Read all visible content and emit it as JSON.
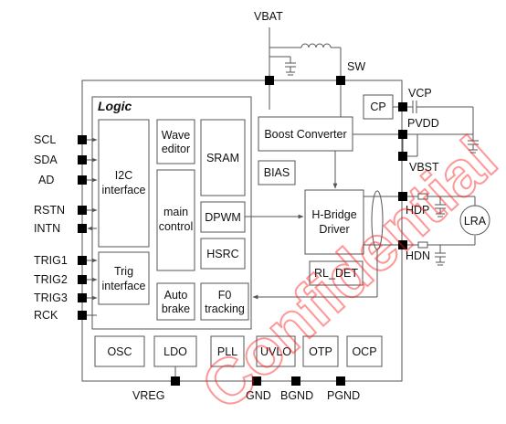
{
  "watermark": "Confidential",
  "colors": {
    "line": "#555555",
    "text": "#111111",
    "watermark": "#ff1a1a"
  },
  "pins": {
    "vbat": "VBAT",
    "sw": "SW",
    "vcp": "VCP",
    "pvdd": "PVDD",
    "vbst": "VBST",
    "hdp": "HDP",
    "hdn": "HDN",
    "scl": "SCL",
    "sda": "SDA",
    "ad": "AD",
    "rstn": "RSTN",
    "intn": "INTN",
    "trig1": "TRIG1",
    "trig2": "TRIG2",
    "trig3": "TRIG3",
    "rck": "RCK",
    "vreg": "VREG",
    "gnd": "GND",
    "bgnd": "BGND",
    "pgnd": "PGND"
  },
  "blocks": {
    "logic_title": "Logic",
    "i2c": [
      "I2C",
      "interface"
    ],
    "trig": [
      "Trig",
      "interface"
    ],
    "wave": [
      "Wave",
      "editor"
    ],
    "main": [
      "main",
      "control"
    ],
    "sram": "SRAM",
    "dpwm": "DPWM",
    "hsrc": "HSRC",
    "auto": [
      "Auto",
      "brake"
    ],
    "f0": [
      "F0",
      "tracking"
    ],
    "boost": "Boost Converter",
    "bias": "BIAS",
    "cp": "CP",
    "hbridge": [
      "H-Bridge",
      "Driver"
    ],
    "rldet": "RL_DET",
    "lra": "LRA",
    "osc": "OSC",
    "ldo": "LDO",
    "pll": "PLL",
    "uvlo": "UVLO",
    "otp": "OTP",
    "ocp": "OCP"
  }
}
